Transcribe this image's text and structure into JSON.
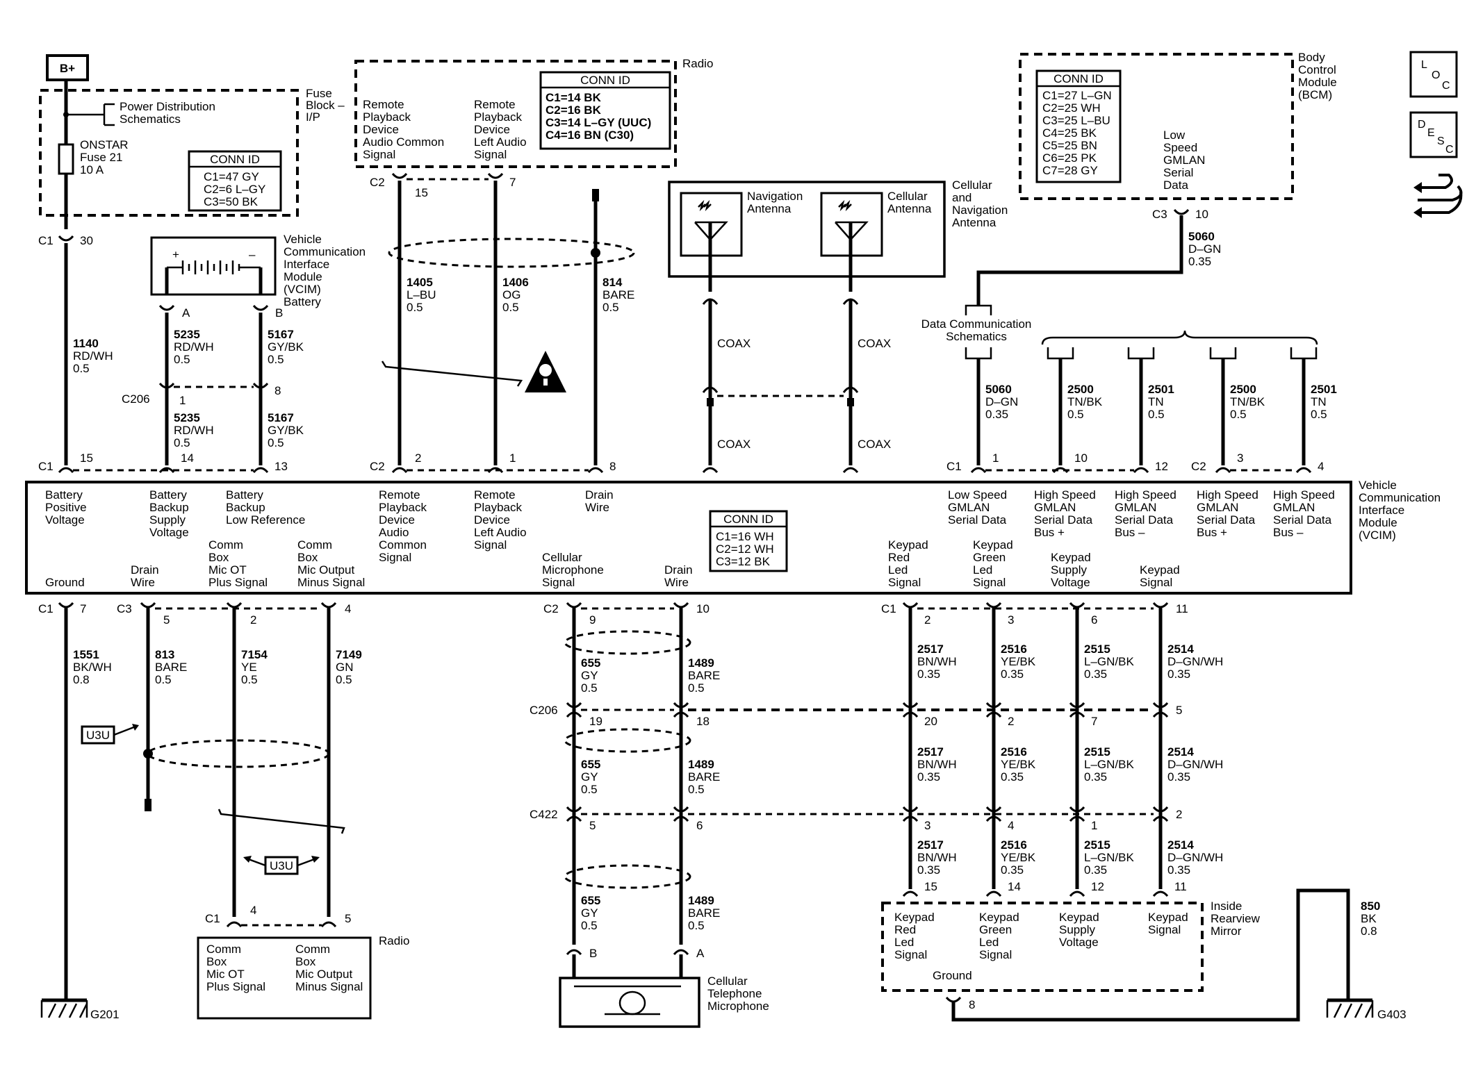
{
  "power": {
    "bplus": "B+",
    "pds": [
      "Power Distribution",
      "Schematics"
    ],
    "fuse_block": [
      "Fuse",
      "Block –",
      "I/P"
    ],
    "fuse": [
      "ONSTAR",
      "Fuse 21",
      "10 A"
    ],
    "conn_title": "CONN ID",
    "conn": [
      "C1=47 GY",
      "C2=6 L–GY",
      "C3=50 BK"
    ]
  },
  "radio_top": {
    "name": "Radio",
    "conn_title": "CONN ID",
    "conn": [
      "C1=14 BK",
      "C2=16 BK",
      "C3=14 L–GY (UUC)",
      "C4=16 BN (C30)"
    ],
    "sig1": [
      "Remote",
      "Playback",
      "Device",
      "Audio Common",
      "Signal"
    ],
    "sig2": [
      "Remote",
      "Playback",
      "Device",
      "Left Audio",
      "Signal"
    ]
  },
  "antenna": {
    "title": [
      "Cellular",
      "and",
      "Navigation",
      "Antenna"
    ],
    "nav": [
      "Navigation",
      "Antenna"
    ],
    "cell": [
      "Cellular",
      "Antenna"
    ],
    "coax": "COAX"
  },
  "bcm": {
    "name": [
      "Body",
      "Control",
      "Module",
      "(BCM)"
    ],
    "conn_title": "CONN ID",
    "conn": [
      "C1=27 L–GN",
      "C2=25 WH",
      "C3=25 L–BU",
      "C4=25 BK",
      "C5=25 BN",
      "C6=25 PK",
      "C7=28 GY"
    ],
    "sig": [
      "Low",
      "Speed",
      "GMLAN",
      "Serial",
      "Data"
    ],
    "conn_pin": "C3",
    "pin": "10"
  },
  "icons": {
    "loc": [
      "L",
      "O",
      "C"
    ],
    "desc": [
      "D",
      "E",
      "S",
      "C"
    ]
  },
  "battery": {
    "name": [
      "Vehicle",
      "Communication",
      "Interface",
      "Module",
      "(VCIM)",
      "Battery"
    ],
    "plus": "+",
    "minus": "–",
    "pin_a": "A",
    "pin_b": "B"
  },
  "dcs": [
    "Data Communication",
    "Schematics"
  ],
  "vcim": {
    "name": [
      "Vehicle",
      "Communication",
      "Interface",
      "Module",
      "(VCIM)"
    ],
    "conn_title": "CONN ID",
    "conn": [
      "C1=16 WH",
      "C2=12 WH",
      "C3=12 BK"
    ],
    "top_labels": [
      [
        "Battery",
        "Positive",
        "Voltage"
      ],
      [
        "Battery",
        "Backup",
        "Supply",
        "Voltage"
      ],
      [
        "Battery",
        "Backup",
        "Low Reference"
      ],
      [
        "Remote",
        "Playback",
        "Device",
        "Audio",
        "Common",
        "Signal"
      ],
      [
        "Remote",
        "Playback",
        "Device",
        "Left Audio",
        "Signal"
      ],
      [
        "Drain",
        "Wire"
      ],
      [
        "Low Speed",
        "GMLAN",
        "Serial Data"
      ],
      [
        "High Speed",
        "GMLAN",
        "Serial Data",
        "Bus +"
      ],
      [
        "High Speed",
        "GMLAN",
        "Serial Data",
        "Bus –"
      ],
      [
        "High Speed",
        "GMLAN",
        "Serial Data",
        "Bus +"
      ],
      [
        "High Speed",
        "GMLAN",
        "Serial Data",
        "Bus –"
      ]
    ],
    "bottom_labels": [
      [
        "Ground"
      ],
      [
        "Drain",
        "Wire"
      ],
      [
        "Comm",
        "Box",
        "Mic OT",
        "Plus Signal"
      ],
      [
        "Comm",
        "Box",
        "Mic Output",
        "Minus Signal"
      ],
      [
        "Cellular",
        "Microphone",
        "Signal"
      ],
      [
        "Drain",
        "Wire"
      ],
      [
        "Keypad",
        "Red",
        "Led",
        "Signal"
      ],
      [
        "Keypad",
        "Green",
        "Led",
        "Signal"
      ],
      [
        "Keypad",
        "Supply",
        "Voltage"
      ],
      [
        "Keypad",
        "Signal"
      ]
    ]
  },
  "pins": {
    "top_c1": "C1",
    "p15": "15",
    "p14": "14",
    "p13": "13",
    "top_c2": "C2",
    "p2": "2",
    "p1": "1",
    "p8": "8",
    "r_c1": "C1",
    "r1": "1",
    "r10": "10",
    "r12": "12",
    "r_c2": "C2",
    "r3": "3",
    "r4": "4",
    "c1_30": "C1",
    "n30": "30",
    "c206": "C206",
    "n1": "1",
    "n8": "8",
    "rc2": "C2",
    "rn15": "15",
    "rn7": "7",
    "b_c1": "C1",
    "b7": "7",
    "b_c3": "C3",
    "b5": "5",
    "b2": "2",
    "b4": "4",
    "m_c2": "C2",
    "m9": "9",
    "m10": "10",
    "m_c206": "C206",
    "m19": "19",
    "m18": "18",
    "m_c422": "C422",
    "m5": "5",
    "m6": "6",
    "k_c1": "C1",
    "k2": "2",
    "k3": "3",
    "k6": "6",
    "k11": "11",
    "k20": "20",
    "kk2": "2",
    "k7": "7",
    "kk5": "5",
    "k3b": "3",
    "k4": "4",
    "k1": "1",
    "k2b": "2",
    "k15": "15",
    "k14": "14",
    "k12": "12",
    "k11b": "11",
    "rb_c1": "C1",
    "rb4": "4",
    "rb5": "5",
    "mic_b": "B",
    "mic_a": "A",
    "mir8": "8"
  },
  "wires": {
    "w1140": [
      "1140",
      "RD/WH",
      "0.5"
    ],
    "w5235": [
      "5235",
      "RD/WH",
      "0.5"
    ],
    "w5167": [
      "5167",
      "GY/BK",
      "0.5"
    ],
    "w1405": [
      "1405",
      "L–BU",
      "0.5"
    ],
    "w1406": [
      "1406",
      "OG",
      "0.5"
    ],
    "w814": [
      "814",
      "BARE",
      "0.5"
    ],
    "w5060": [
      "5060",
      "D–GN",
      "0.35"
    ],
    "w2500": [
      "2500",
      "TN/BK",
      "0.5"
    ],
    "w2501": [
      "2501",
      "TN",
      "0.5"
    ],
    "w1551": [
      "1551",
      "BK/WH",
      "0.8"
    ],
    "w813": [
      "813",
      "BARE",
      "0.5"
    ],
    "w7154": [
      "7154",
      "YE",
      "0.5"
    ],
    "w7149": [
      "7149",
      "GN",
      "0.5"
    ],
    "w655": [
      "655",
      "GY",
      "0.5"
    ],
    "w1489": [
      "1489",
      "BARE",
      "0.5"
    ],
    "w2517": [
      "2517",
      "BN/WH",
      "0.35"
    ],
    "w2516": [
      "2516",
      "YE/BK",
      "0.35"
    ],
    "w2515": [
      "2515",
      "L–GN/BK",
      "0.35"
    ],
    "w2514": [
      "2514",
      "D–GN/WH",
      "0.35"
    ],
    "w850": [
      "850",
      "BK",
      "0.8"
    ]
  },
  "options": {
    "u3u": "U3U"
  },
  "grounds": {
    "g201": "G201",
    "g403": "G403"
  },
  "radio_bottom": {
    "name": "Radio",
    "sig1": [
      "Comm",
      "Box",
      "Mic OT",
      "Plus Signal"
    ],
    "sig2": [
      "Comm",
      "Box",
      "Mic Output",
      "Minus Signal"
    ]
  },
  "microphone": [
    "Cellular",
    "Telephone",
    "Microphone"
  ],
  "mirror": {
    "name": [
      "Inside",
      "Rearview",
      "Mirror"
    ],
    "labels": [
      [
        "Keypad",
        "Red",
        "Led",
        "Signal"
      ],
      [
        "Keypad",
        "Green",
        "Led",
        "Signal"
      ],
      [
        "Keypad",
        "Supply",
        "Voltage"
      ],
      [
        "Keypad",
        "Signal"
      ]
    ],
    "ground": "Ground"
  }
}
